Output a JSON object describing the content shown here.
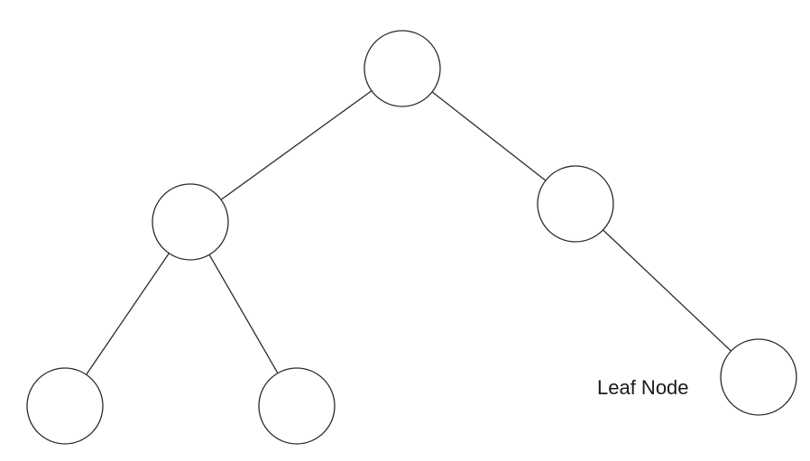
{
  "diagram": {
    "type": "binary-tree",
    "colors": {
      "stroke": "#2b2b2b",
      "fill": "#ffffff",
      "text": "#1a1a1a"
    },
    "nodes": [
      {
        "id": "root",
        "label": ""
      },
      {
        "id": "left-child",
        "label": ""
      },
      {
        "id": "right-child",
        "label": ""
      },
      {
        "id": "left-left-leaf",
        "label": ""
      },
      {
        "id": "left-right-leaf",
        "label": ""
      },
      {
        "id": "right-right-leaf",
        "label": ""
      }
    ],
    "edges": [
      {
        "from": "root",
        "to": "left-child"
      },
      {
        "from": "root",
        "to": "right-child"
      },
      {
        "from": "left-child",
        "to": "left-left-leaf"
      },
      {
        "from": "left-child",
        "to": "left-right-leaf"
      },
      {
        "from": "right-child",
        "to": "right-right-leaf"
      }
    ],
    "annotations": [
      {
        "target": "right-right-leaf",
        "text": "Leaf Node"
      }
    ]
  }
}
